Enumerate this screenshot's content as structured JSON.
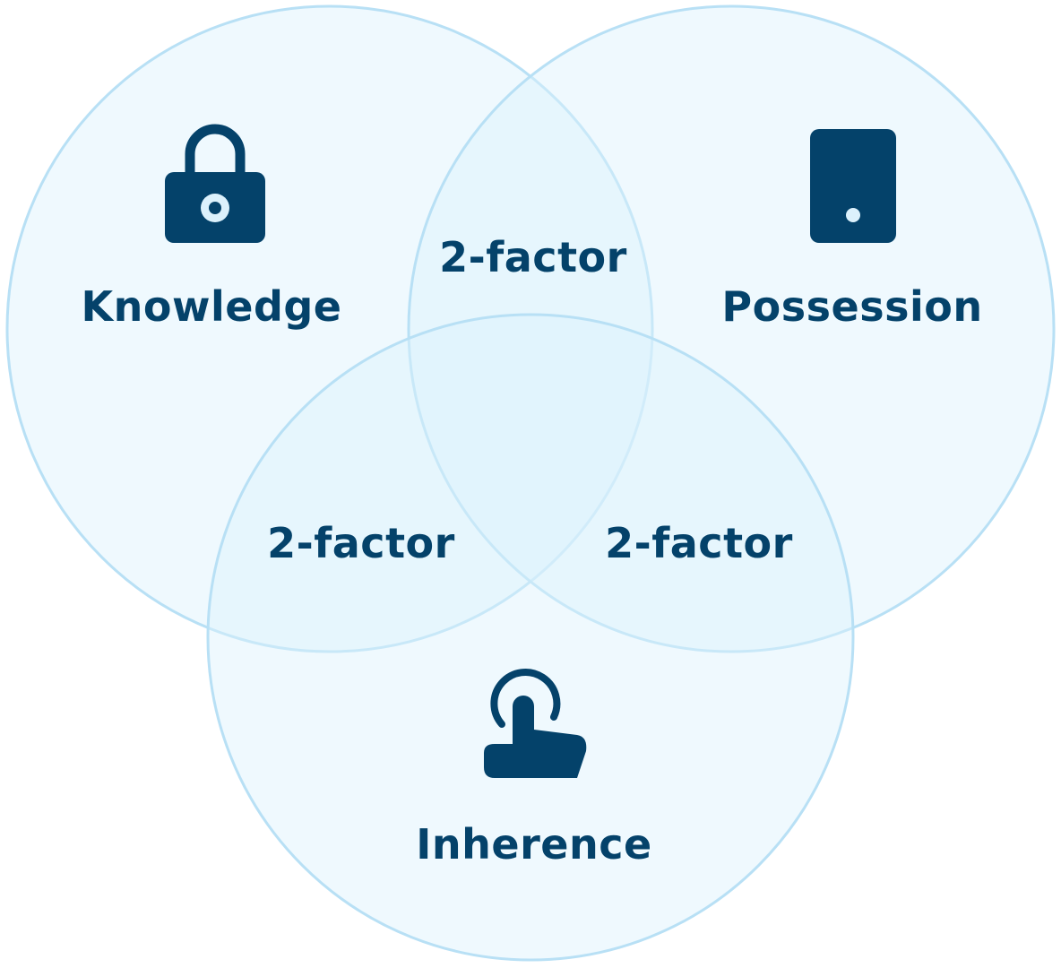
{
  "colors": {
    "circle_fill": "#dcf1fc",
    "circle_stroke": "#b8e0f5",
    "text": "#04426a",
    "icon": "#04426a",
    "background": "#ffffff"
  },
  "sets": {
    "knowledge": {
      "label": "Knowledge",
      "icon": "lock-icon"
    },
    "possession": {
      "label": "Possession",
      "icon": "phone-icon"
    },
    "inherence": {
      "label": "Inherence",
      "icon": "touch-icon"
    }
  },
  "intersections": {
    "knowledge_possession": "2-factor",
    "knowledge_inherence": "2-factor",
    "possession_inherence": "2-factor"
  }
}
